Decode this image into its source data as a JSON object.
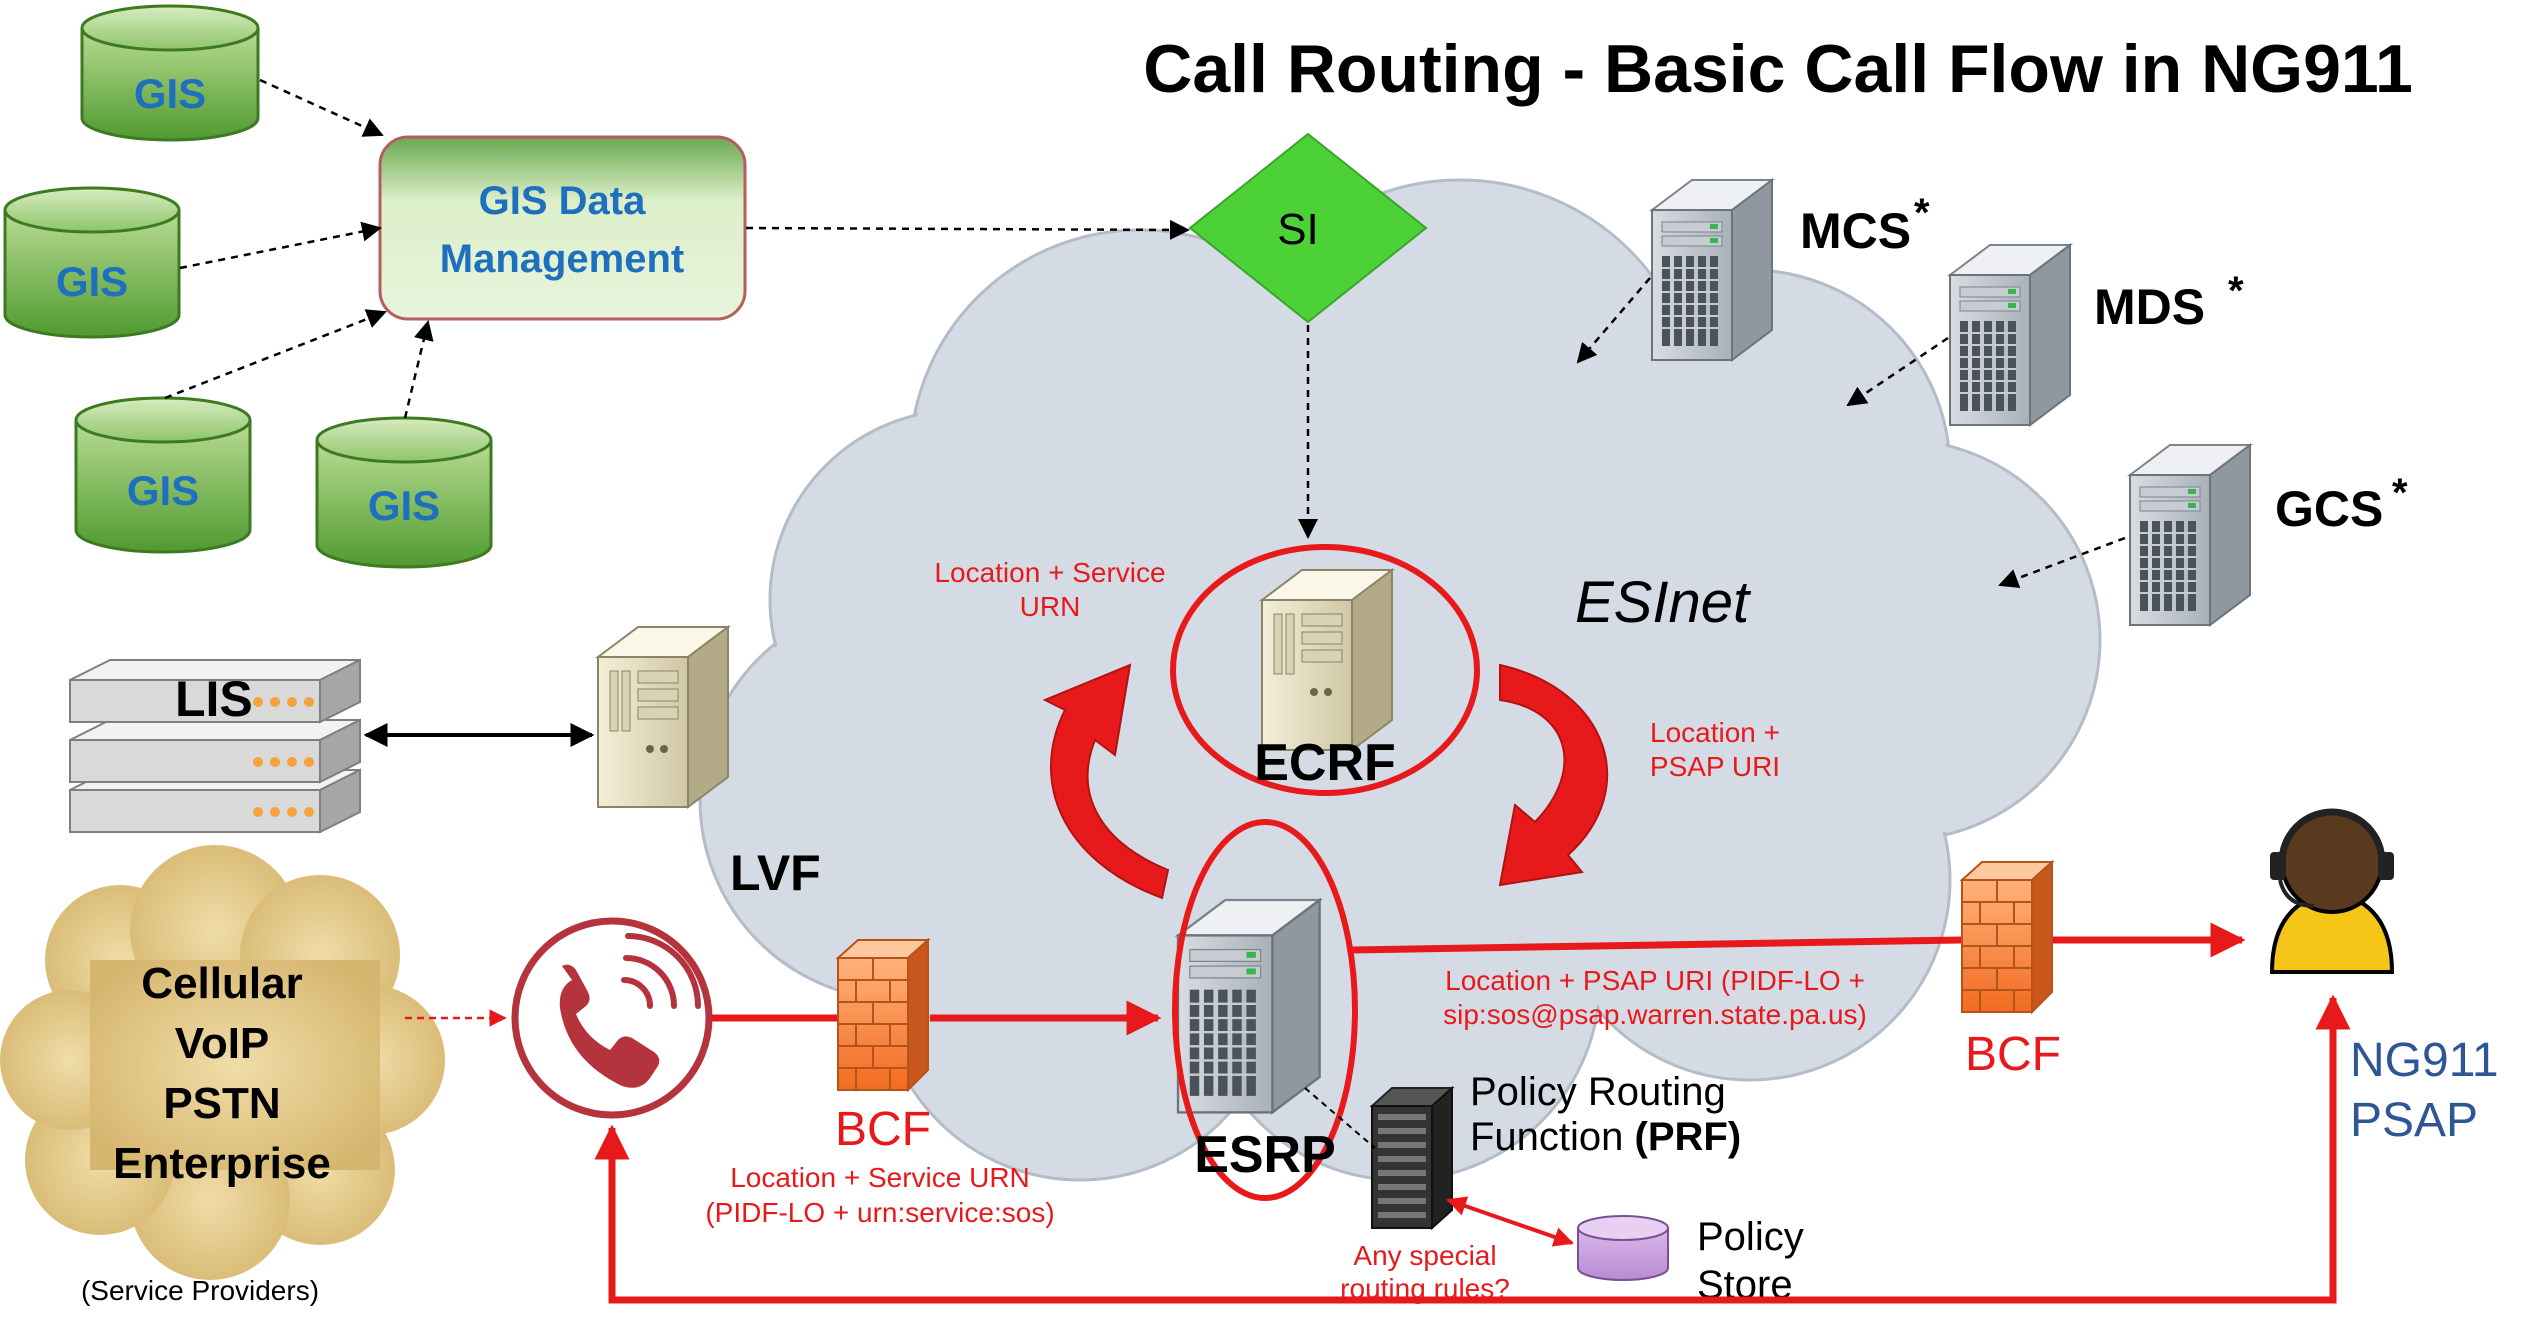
{
  "title": "Call Routing - Basic Call Flow in NG911",
  "gis": {
    "db_label": "GIS",
    "data_mgmt_line1": "GIS Data",
    "data_mgmt_line2": "Management"
  },
  "si": "SI",
  "servers": {
    "mcs": "MCS",
    "mds": "MDS",
    "gcs": "GCS",
    "asterisk": "*"
  },
  "esinet": "ESInet",
  "lis": "LIS",
  "lvf": "LVF",
  "ecrf": "ECRF",
  "esrp": "ESRP",
  "providers": {
    "lines": [
      "Cellular",
      "VoIP",
      "PSTN",
      "Enterprise"
    ],
    "caption": "(Service Providers)"
  },
  "bcf": "BCF",
  "psap": {
    "line1": "NG911",
    "line2": "PSAP"
  },
  "prf": {
    "line1": "Policy Routing",
    "line2_prefix": "Function ",
    "line2_bold": "(PRF)"
  },
  "policy_store": {
    "line1": "Policy",
    "line2": "Store"
  },
  "labels": {
    "loc_service_urn_l1": "Location + Service",
    "loc_service_urn_l2": "URN",
    "loc_psap_uri_l1": "Location +",
    "loc_psap_uri_l2": "PSAP URI",
    "esrp_psap_l1": "Location + PSAP URI (PIDF-LO +",
    "esrp_psap_l2": "sip:sos@psap.warren.state.pa.us)",
    "bcf_urn_l1": "Location + Service URN",
    "bcf_urn_l2": "(PIDF-LO + urn:service:sos)",
    "special_l1": "Any special",
    "special_l2": "routing rules?"
  },
  "colors": {
    "red": "#e8191b",
    "gis_green_top": "#a6cf7f",
    "gis_green_bottom": "#4f9a2f",
    "gis_text": "#1f6fbf",
    "si_green": "#4cd137",
    "cloud": "#d4dbe4",
    "psap_text": "#2f5597"
  }
}
